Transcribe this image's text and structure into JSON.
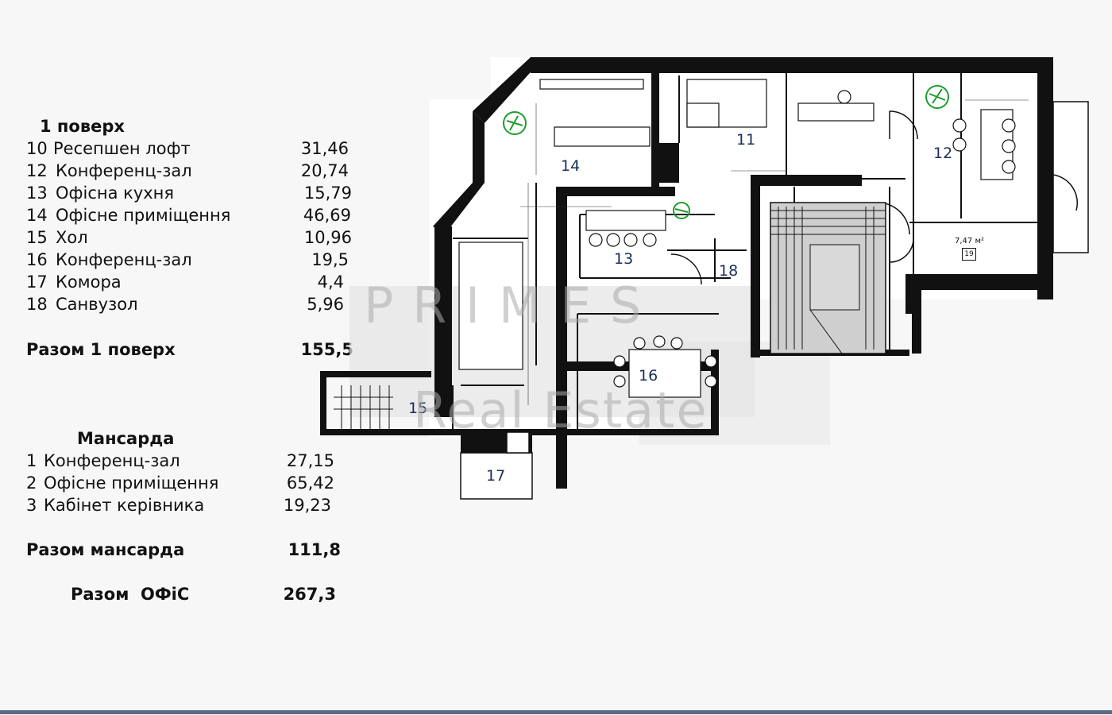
{
  "floor1": {
    "title": "1 поверх",
    "rooms": [
      {
        "num": "10",
        "name": "Ресепшен лофт",
        "area": "31,46"
      },
      {
        "num": "12",
        "name": "Конференц-зал",
        "area": "20,74"
      },
      {
        "num": "13",
        "name": "Офісна кухня",
        "area": "15,79"
      },
      {
        "num": "14",
        "name": "Офісне приміщення",
        "area": "46,69"
      },
      {
        "num": "15",
        "name": "Хол",
        "area": "10,96"
      },
      {
        "num": "16",
        "name": "Конференц-зал",
        "area": "19,5"
      },
      {
        "num": "17",
        "name": "Комора",
        "area": "4,4"
      },
      {
        "num": "18",
        "name": "Санвузол",
        "area": "5,96"
      }
    ],
    "total_label": "Разом 1 поверх",
    "total_value": "155,5"
  },
  "mansard": {
    "title": "Мансарда",
    "rooms": [
      {
        "num": "1",
        "name": "Конференц-зал",
        "area": "27,15"
      },
      {
        "num": "2",
        "name": "Офісне приміщення",
        "area": "65,42"
      },
      {
        "num": "3",
        "name": "Кабінет керівника",
        "area": "19,23"
      }
    ],
    "total_label": "Разом мансарда",
    "total_value": "111,8"
  },
  "grand_total": {
    "label": "Разом  ОФіС",
    "value": "267,3"
  },
  "plan": {
    "labels": {
      "r11": "11",
      "r12": "12",
      "r13": "13",
      "r14": "14",
      "r15": "15",
      "r16": "16",
      "r17": "17",
      "r18": "18"
    },
    "extra_area": "7,47 м²",
    "extra_tag": "19"
  },
  "watermark": {
    "line1": "P R I M E S",
    "line2": "Real Estate"
  },
  "colors": {
    "wall": "#111111",
    "label": "#1a2f5a",
    "plant": "#1f9d2e",
    "stair_fill": "#cfcfcf",
    "bottom_bar": "#5c6a84"
  }
}
